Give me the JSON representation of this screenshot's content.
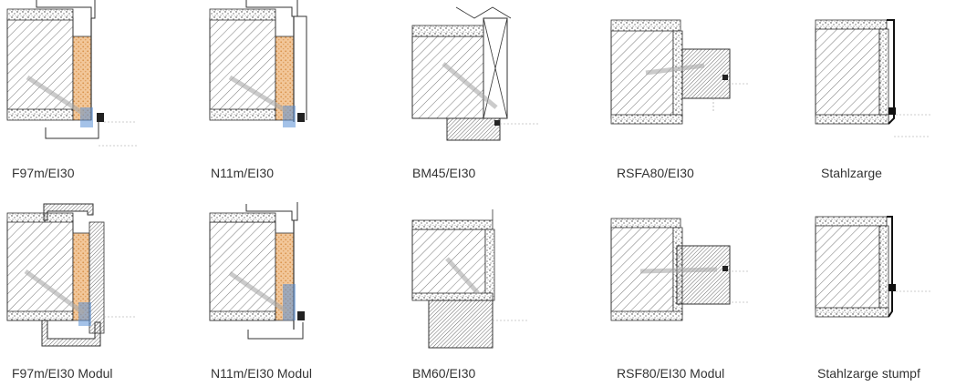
{
  "title": "",
  "items": [
    {
      "label": "F97m/EI30"
    },
    {
      "label": "N11m/EI30"
    },
    {
      "label": "BM45/EI30"
    },
    {
      "label": "RSFA80/EI30"
    },
    {
      "label": "Stahlzarge"
    },
    {
      "label": "F97m/EI30 Modul"
    },
    {
      "label": "N11m/EI30 Modul"
    },
    {
      "label": "BM60/EI30"
    },
    {
      "label": "RSF80/EI30  Modul"
    },
    {
      "label": "Stahlzarge stumpf"
    }
  ],
  "colors": {
    "line": "#333333",
    "hatch": "#555555",
    "insulation": "#f2c79a",
    "insulation_dots": "#d9924a",
    "seal": "#5a8fd6",
    "guide": "#aaaaaa"
  }
}
